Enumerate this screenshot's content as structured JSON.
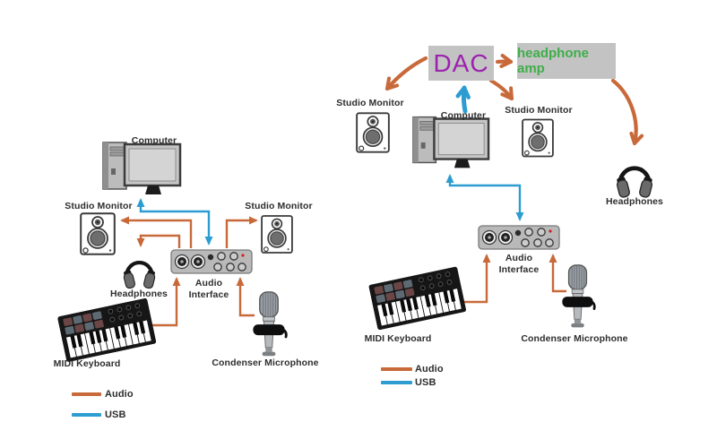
{
  "colors": {
    "audio_line": "#c8693a",
    "usb_line": "#2d9dd1",
    "dac_text": "#9c22ae",
    "headphone_amp_text": "#3fae4a",
    "box_background": "#c3c3c3",
    "label_text": "#2d2d2d"
  },
  "icon_names": [
    "computer-icon",
    "studio-monitor-icon",
    "headphones-icon",
    "audio-interface-icon",
    "midi-keyboard-icon",
    "condenser-microphone-icon"
  ],
  "left": {
    "computer": "Computer",
    "studio_monitor_left": "Studio Monitor",
    "studio_monitor_right": "Studio Monitor",
    "audio_interface": "Audio\nInterface",
    "headphones": "Headphones",
    "midi_keyboard": "MIDI Keyboard",
    "condenser_microphone": "Condenser Microphone",
    "legend_audio": "Audio",
    "legend_usb": "USB",
    "connections": [
      {
        "from": "Audio Interface",
        "to": "Studio Monitor (left)",
        "type": "Audio"
      },
      {
        "from": "Audio Interface",
        "to": "Studio Monitor (right)",
        "type": "Audio"
      },
      {
        "from": "Audio Interface",
        "to": "Headphones",
        "type": "Audio"
      },
      {
        "from": "Audio Interface",
        "to": "Computer",
        "type": "USB"
      },
      {
        "from": "MIDI Keyboard",
        "to": "Audio Interface",
        "type": "Audio"
      },
      {
        "from": "Condenser Microphone",
        "to": "Audio Interface",
        "type": "Audio"
      }
    ]
  },
  "right": {
    "dac": "DAC",
    "headphone_amp": "headphone amp",
    "studio_monitor_left": "Studio Monitor",
    "computer": "Computer",
    "studio_monitor_right": "Studio Monitor",
    "headphones": "Headphones",
    "audio_interface": "Audio\nInterface",
    "midi_keyboard": "MIDI Keyboard",
    "condenser_microphone": "Condenser Microphone",
    "legend_audio": "Audio",
    "legend_usb": "USB",
    "connections": [
      {
        "from": "Audio Interface",
        "to": "Computer",
        "type": "USB"
      },
      {
        "from": "Computer",
        "to": "DAC",
        "type": "USB"
      },
      {
        "from": "DAC",
        "to": "Studio Monitor (left)",
        "type": "Audio"
      },
      {
        "from": "DAC",
        "to": "Studio Monitor (right)",
        "type": "Audio"
      },
      {
        "from": "DAC",
        "to": "headphone amp",
        "type": "Audio"
      },
      {
        "from": "headphone amp",
        "to": "Headphones",
        "type": "Audio"
      },
      {
        "from": "MIDI Keyboard",
        "to": "Audio Interface",
        "type": "Audio"
      },
      {
        "from": "Condenser Microphone",
        "to": "Audio Interface",
        "type": "Audio"
      }
    ]
  }
}
